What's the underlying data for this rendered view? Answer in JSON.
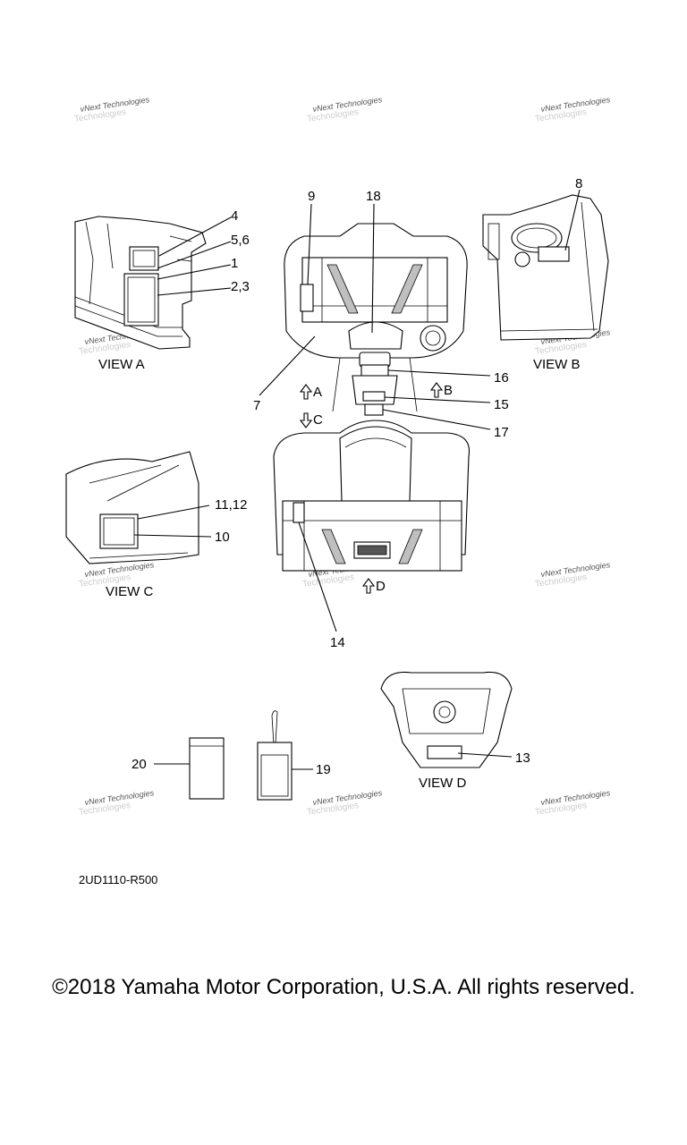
{
  "callouts": {
    "c1": "1",
    "c2_3": "2,3",
    "c4": "4",
    "c5_6": "5,6",
    "c7": "7",
    "c8": "8",
    "c9": "9",
    "c10": "10",
    "c11_12": "11,12",
    "c13": "13",
    "c14": "14",
    "c15": "15",
    "c16": "16",
    "c17": "17",
    "c18": "18",
    "c19": "19",
    "c20": "20"
  },
  "views": {
    "a": "VIEW A",
    "b": "VIEW B",
    "c": "VIEW C",
    "d": "VIEW D"
  },
  "arrows": {
    "a": "A",
    "b": "B",
    "c": "C",
    "d": "D"
  },
  "watermark": {
    "line1": "vNext Technologies",
    "line2": "Technologies"
  },
  "diagram_code": "2UD1110-R500",
  "copyright": "©2018 Yamaha Motor Corporation, U.S.A. All rights reserved."
}
